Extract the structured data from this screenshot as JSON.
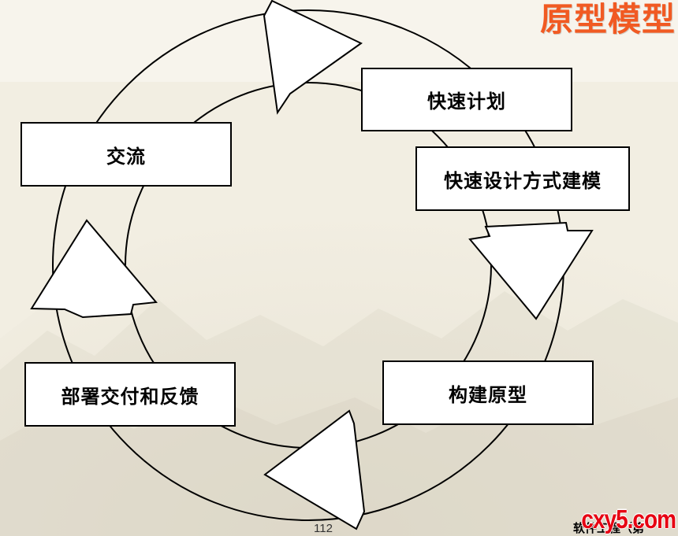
{
  "slide": {
    "title": "原型模型"
  },
  "diagram": {
    "steps": {
      "quick_plan": "快速计划",
      "modeling_quick_design": "快速设计方式建模",
      "construction_of_prototype": "构建原型",
      "deployment_delivery_feedback": "部署交付和反馈",
      "communication": "交流"
    }
  },
  "footer": {
    "page_number": "112",
    "book_title": "软件工程（第",
    "watermark": "cxy5.com"
  },
  "colors": {
    "title_color": "#f15a22",
    "watermark_color": "#e60012",
    "box_fill": "#ffffff",
    "outline": "#000000"
  }
}
